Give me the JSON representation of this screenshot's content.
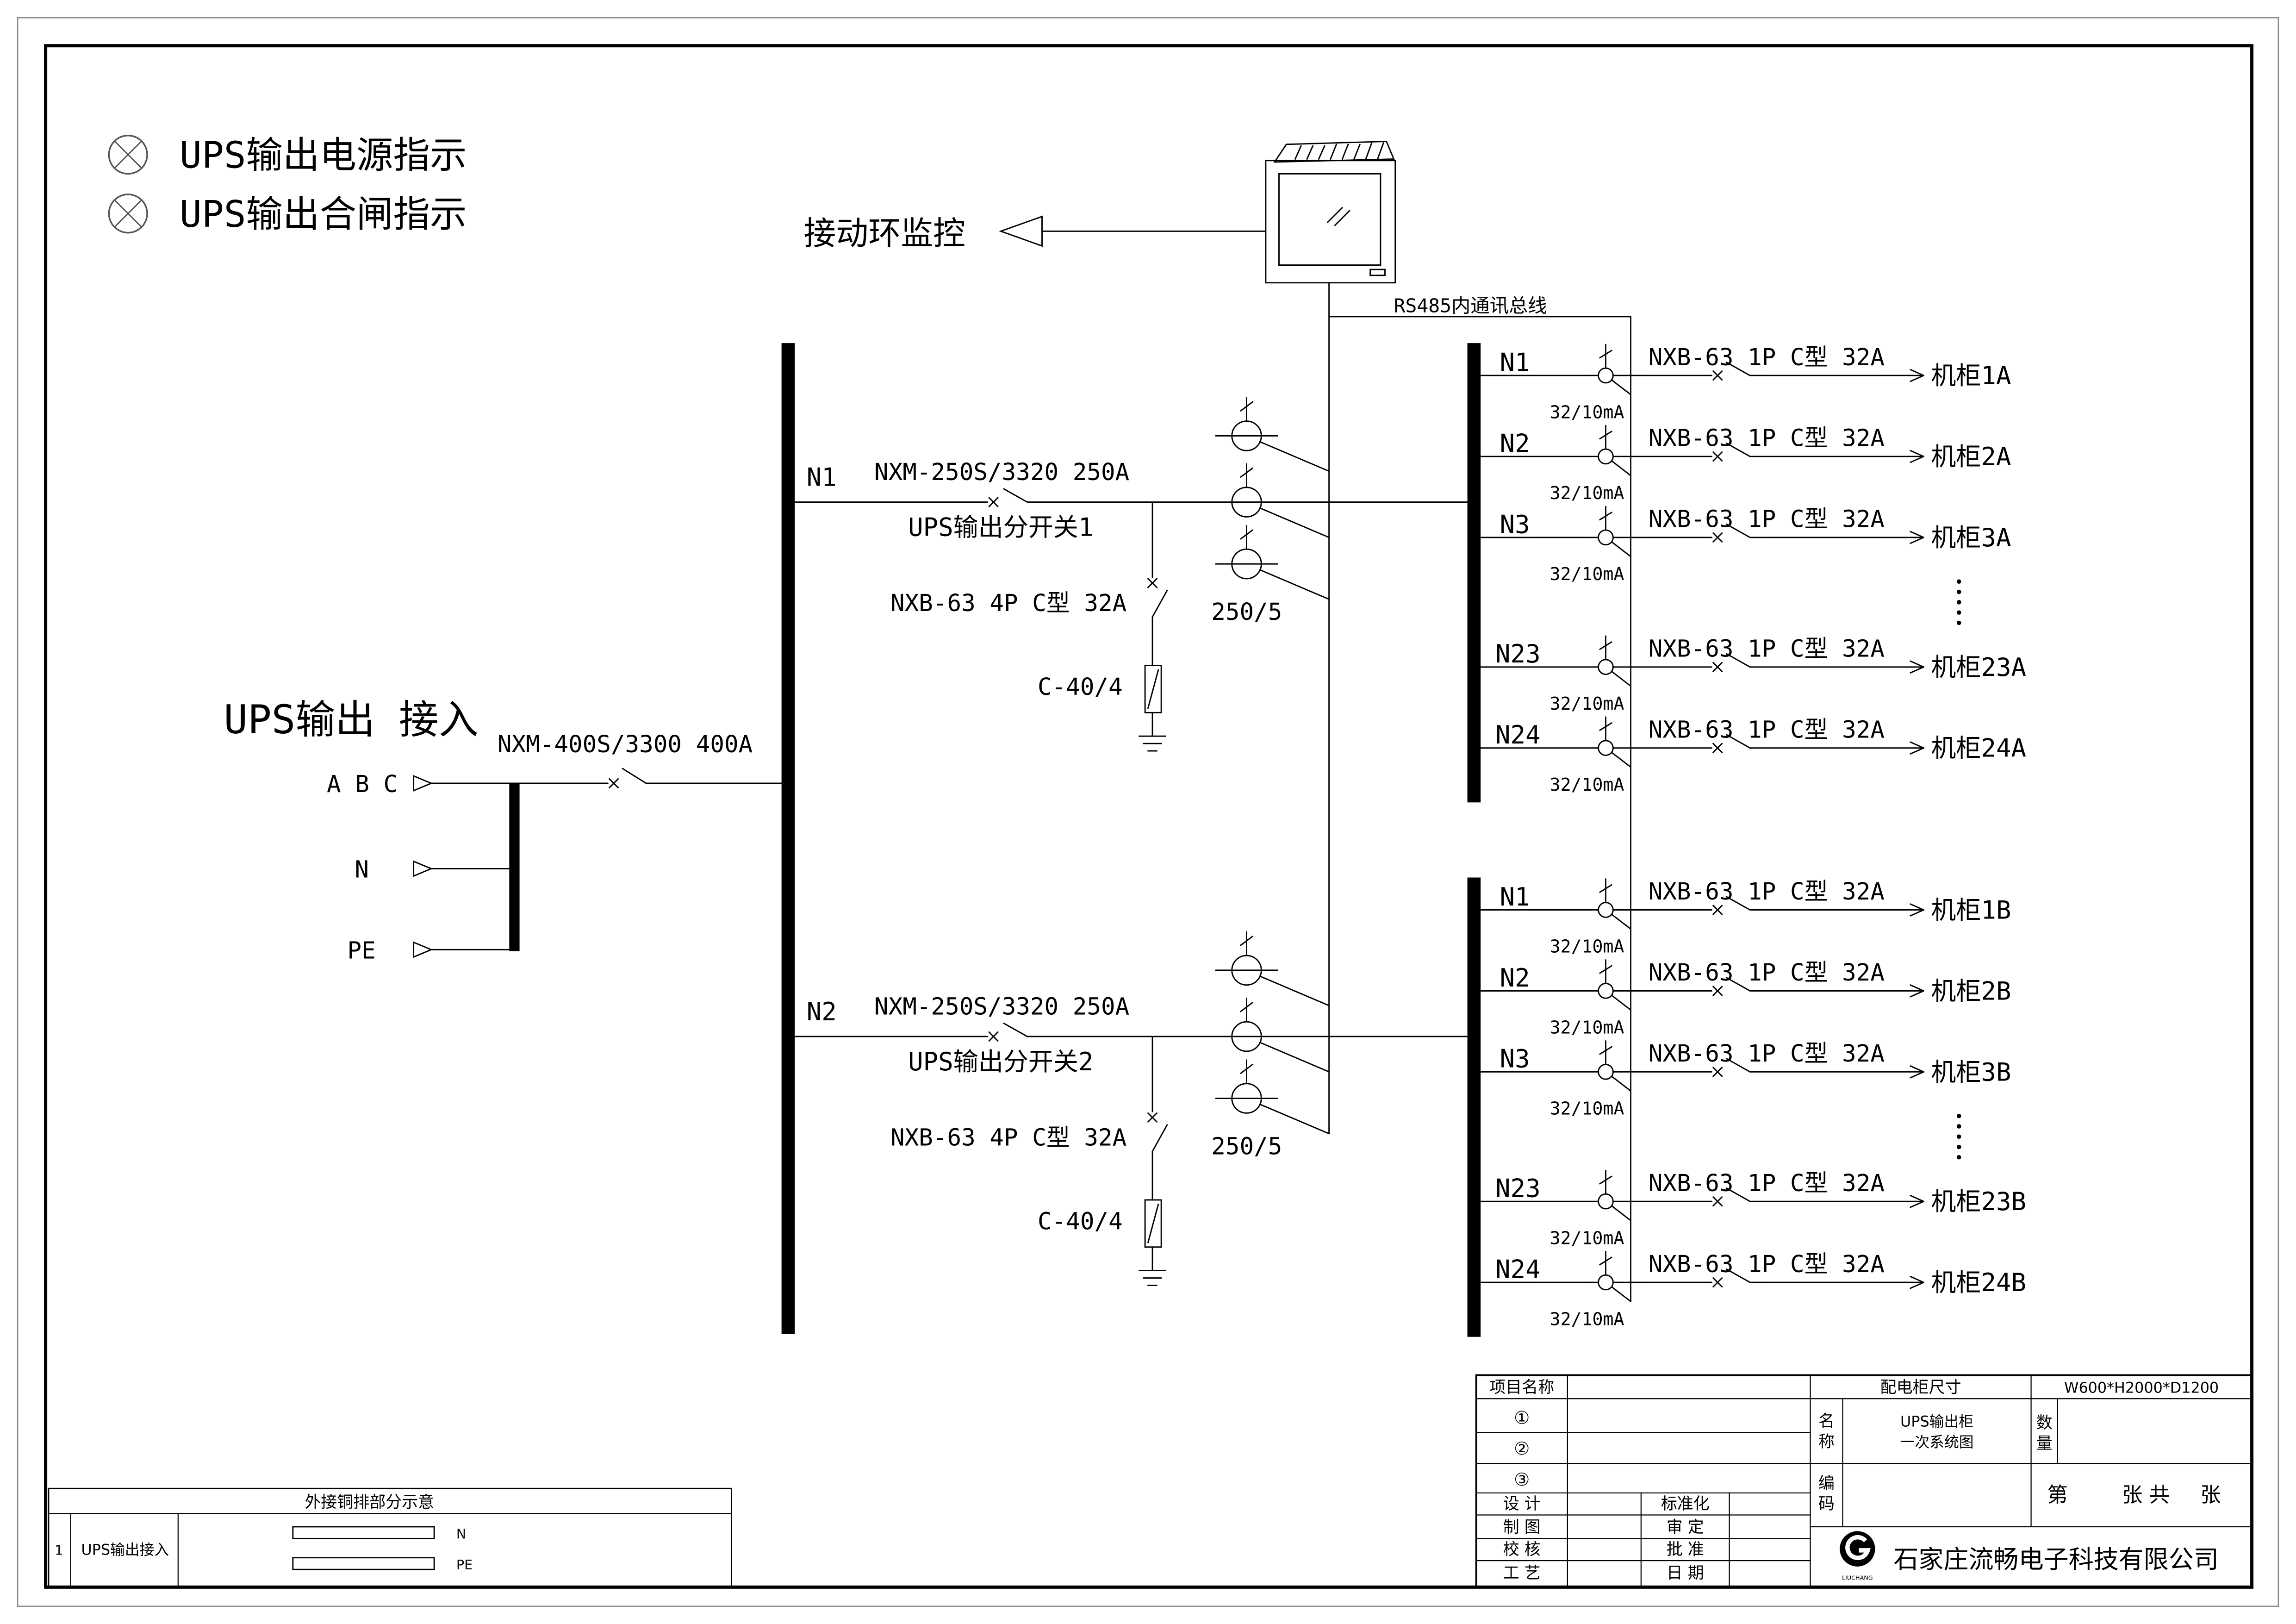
{
  "colors": {
    "ink": "#000000",
    "paper": "#ffffff",
    "legend_lamp": "#555555"
  },
  "legend": {
    "items": [
      {
        "icon": "indicator-lamp-icon",
        "label": "UPS输出电源指示"
      },
      {
        "icon": "indicator-lamp-icon",
        "label": "UPS输出合闸指示"
      }
    ]
  },
  "monitoring": {
    "icon": "touchscreen-monitor-icon",
    "label": "接动环监控",
    "bus_label": "RS485内通讯总线"
  },
  "incoming": {
    "title": "UPS输出 接入",
    "breaker": "NXM-400S/3300 400A",
    "terminals": [
      "A B C",
      "N",
      "PE"
    ]
  },
  "branches": [
    {
      "bus": "N1",
      "breaker": "NXM-250S/3320 250A",
      "switch_name": "UPS输出分开关1",
      "spd_breaker": "NXB-63 4P C型 32A",
      "spd": "C-40/4",
      "ct_ratio": "250/5",
      "circuits": [
        {
          "id": "N1",
          "rcd": "32/10mA",
          "breaker": "NXB-63 1P C型 32A",
          "load": "机柜1A"
        },
        {
          "id": "N2",
          "rcd": "32/10mA",
          "breaker": "NXB-63 1P C型 32A",
          "load": "机柜2A"
        },
        {
          "id": "N3",
          "rcd": "32/10mA",
          "breaker": "NXB-63 1P C型 32A",
          "load": "机柜3A"
        },
        {
          "id": "N23",
          "rcd": "32/10mA",
          "breaker": "NXB-63 1P C型 32A",
          "load": "机柜23A"
        },
        {
          "id": "N24",
          "rcd": "32/10mA",
          "breaker": "NXB-63 1P C型 32A",
          "load": "机柜24A"
        }
      ]
    },
    {
      "bus": "N2",
      "breaker": "NXM-250S/3320 250A",
      "switch_name": "UPS输出分开关2",
      "spd_breaker": "NXB-63 4P C型 32A",
      "spd": "C-40/4",
      "ct_ratio": "250/5",
      "circuits": [
        {
          "id": "N1",
          "rcd": "32/10mA",
          "breaker": "NXB-63 1P C型 32A",
          "load": "机柜1B"
        },
        {
          "id": "N2",
          "rcd": "32/10mA",
          "breaker": "NXB-63 1P C型 32A",
          "load": "机柜2B"
        },
        {
          "id": "N3",
          "rcd": "32/10mA",
          "breaker": "NXB-63 1P C型 32A",
          "load": "机柜3B"
        },
        {
          "id": "N23",
          "rcd": "32/10mA",
          "breaker": "NXB-63 1P C型 32A",
          "load": "机柜23B"
        },
        {
          "id": "N24",
          "rcd": "32/10mA",
          "breaker": "NXB-63 1P C型 32A",
          "load": "机柜24B"
        }
      ]
    }
  ],
  "title_block": {
    "project_name_label": "项目名称",
    "cabinet_size_label": "配电柜尺寸",
    "cabinet_size": "W600*H2000*D1200",
    "revisions": [
      "①",
      "②",
      "③"
    ],
    "name_label": [
      "名",
      "称"
    ],
    "drawing_name": [
      "UPS输出柜",
      "一次系统图"
    ],
    "quantity_label": [
      "数",
      "量"
    ],
    "code_label": [
      "编",
      "码"
    ],
    "sheet": [
      "第",
      "张 共",
      "张"
    ],
    "roles_left": [
      "设 计",
      "制 图",
      "校 核",
      "工 艺"
    ],
    "roles_right": [
      "标准化",
      "审 定",
      "批 准",
      "日 期"
    ],
    "logo_icon": "company-g-logo-icon",
    "logo_text": "LIUCHANG",
    "company": "石家庄流畅电子科技有限公司"
  },
  "busbar_table": {
    "title": "外接铜排部分示意",
    "rows": [
      {
        "no": "1",
        "name": "UPS输出接入",
        "bars": [
          "N",
          "PE"
        ]
      }
    ]
  }
}
